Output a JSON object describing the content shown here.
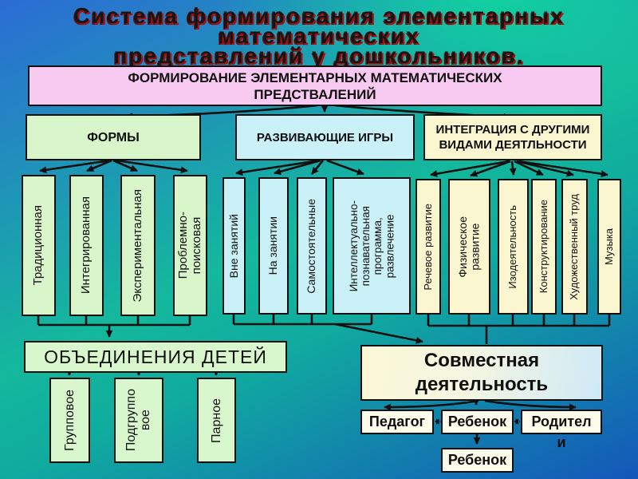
{
  "title": {
    "lines": [
      "Система формирования элементарных",
      "математических",
      "представлений у дошкольников."
    ],
    "text_color": "#151515",
    "shadow_color": "#a31212"
  },
  "root": {
    "label": "ФОРМИРОВАНИЕ ЭЛЕМЕНТАРНЫХ МАТЕМАТИЧЕСКИХ\nПРЕДСТВАЛЕНИЙ",
    "bg": "#f8c9f1"
  },
  "branches": [
    {
      "label": "ФОРМЫ",
      "bg": "#d8f6ca",
      "children": [
        "Традиционная",
        "Интегрированная",
        "Экспериментальная",
        "Проблемно-\nпоисковая"
      ]
    },
    {
      "label": "РАЗВИВАЮЩИЕ ИГРЫ",
      "bg": "#cbf1f8",
      "children": [
        "Вне занятий",
        "На занятии",
        "Самостоятельные",
        "Интеллектуально-\nпознавательная\nпрограмма,\nразвлечение"
      ]
    },
    {
      "label": "ИНТЕГРАЦИЯ С ДРУГИМИ\nВИДАМИ ДЕЯТЛЬНОСТИ",
      "bg": "#faf6d0",
      "children": [
        "Речевое развитие",
        "Физическое\nразвитие",
        "Изодеятельность",
        "Конструктирование",
        "Художественный труд",
        "Музыка"
      ]
    }
  ],
  "groupings": {
    "label": "ОБЪЕДИНЕНИЯ ДЕТЕЙ",
    "bg": "#d9f7cd",
    "children": [
      "Групповое",
      "Подгруппо\nвое",
      "Парное"
    ]
  },
  "joint_activity": {
    "label": "Совместная\nдеятельность",
    "bg_left": "#fbf8d6",
    "bg_right": "#cfe9f6",
    "participants": [
      "Педагог",
      "Ребенок",
      "Родител"
    ],
    "participant_overflow": "и",
    "child": "Ребенок"
  },
  "background": {
    "blue": "#2b6cd5",
    "green": "#10d69e",
    "dark_blue": "#1457ba"
  }
}
